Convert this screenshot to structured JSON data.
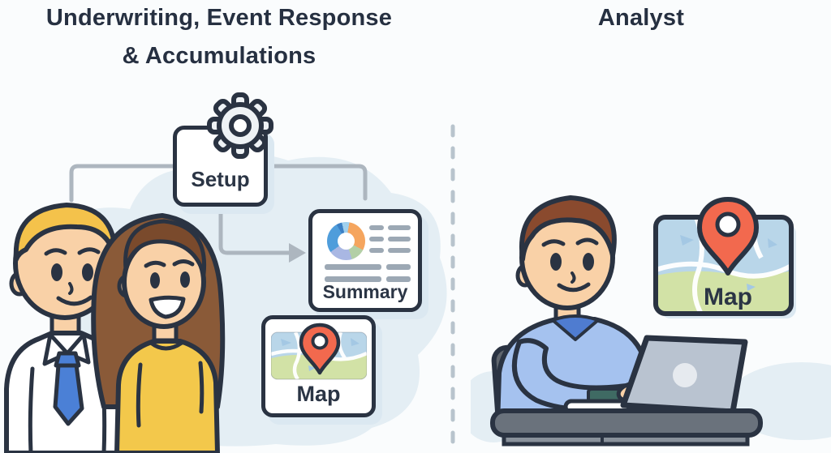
{
  "panels": {
    "left": {
      "title_line1": "Underwriting, Event Response",
      "title_line2": "& Accumulations",
      "flow": {
        "setup_label": "Setup",
        "summary_label": "Summary",
        "map_label": "Map"
      }
    },
    "right": {
      "title": "Analyst",
      "map_label": "Map"
    }
  },
  "icons": {
    "gear": "⚙",
    "donut_chart": "◔",
    "map_pin": "📍",
    "arrow_right": "→",
    "laptop": "💻"
  },
  "colors": {
    "ink_outline": "#2a3342",
    "title_ink": "#263041",
    "connector_gray": "#adb6bf",
    "blob_blue": "#e4eef4",
    "background": "#fafcfd",
    "pin_red": "#f2694e",
    "donut_orange": "#f5a55e",
    "donut_blue": "#4f9ddb",
    "donut_green": "#b3cfa6",
    "donut_lavender": "#a9b7e3",
    "map_sky": "#b9d6e9",
    "map_green": "#d2e2a6",
    "shirt_yellow": "#f3c84b",
    "shirt_blue": "#a5c2ef",
    "collar_blue": "#4f7cd0",
    "tie_blue": "#4b80d6",
    "hair_blond": "#f4c24b",
    "hair_brown": "#8a5a38",
    "hair_auburn": "#8a4a2e",
    "skin": "#f9d1a7",
    "desk_gray": "#6a727c",
    "laptop_silver": "#b9c3d0"
  }
}
